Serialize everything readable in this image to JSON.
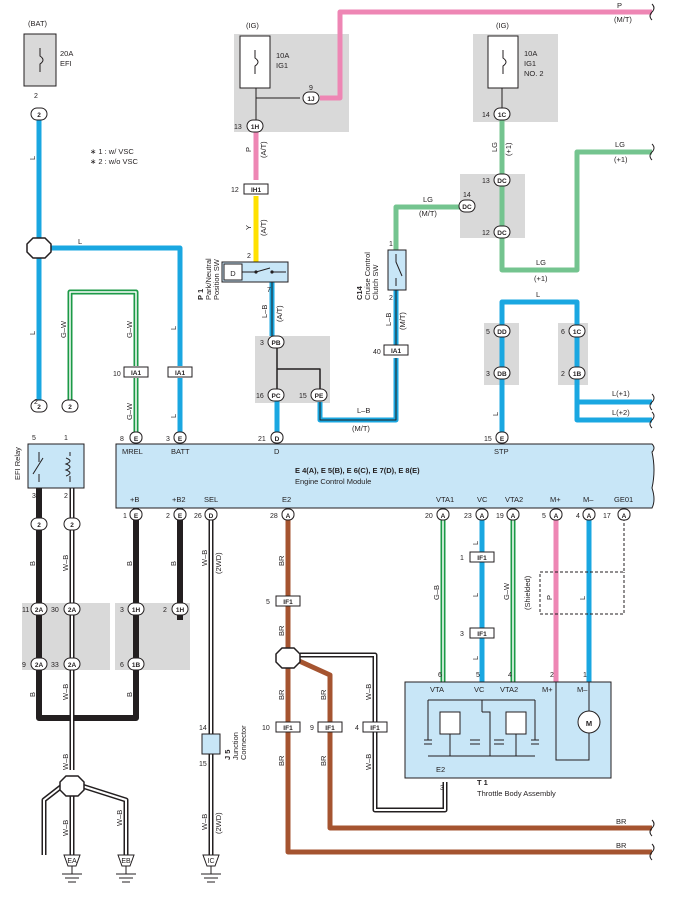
{
  "colors": {
    "blue": "#1aa7e1",
    "pink": "#ee86b4",
    "green": "#74c48f",
    "darkgreen": "#1c9a47",
    "brown": "#a55430",
    "yellow": "#ffe100",
    "black": "#231f20",
    "grayBox": "#d9d9d9",
    "ecm": "#c8e6f7"
  },
  "fuses": {
    "bat": {
      "source": "(BAT)",
      "rating": "20A",
      "name": "EFI",
      "pin": "2"
    },
    "ig1": {
      "source": "(IG)",
      "rating": "10A",
      "name": "IG1"
    },
    "ig2": {
      "source": "(IG)",
      "rating": "10A",
      "name": "IG1",
      "name2": "NO. 2"
    }
  },
  "legend": {
    "line1": "∗ 1 : w/ VSC",
    "line2": "∗ 2 : w/o VSC"
  },
  "ecm": {
    "title": "E 4(A), E 5(B), E 6(C), E 7(D), E 8(E)",
    "subtitle": "Engine Control Module",
    "top_pins": [
      {
        "name": "MREL",
        "num": "8",
        "conn": "E"
      },
      {
        "name": "BATT",
        "num": "3",
        "conn": "E"
      },
      {
        "name": "D",
        "num": "21",
        "conn": "D"
      },
      {
        "name": "STP",
        "num": "15",
        "conn": "E"
      }
    ],
    "bottom_pins": [
      {
        "name": "+B",
        "num": "1",
        "conn": "E"
      },
      {
        "name": "+B2",
        "num": "2",
        "conn": "E"
      },
      {
        "name": "SEL",
        "num": "26",
        "conn": "D"
      },
      {
        "name": "E2",
        "num": "28",
        "conn": "A"
      },
      {
        "name": "VTA1",
        "num": "20",
        "conn": "A"
      },
      {
        "name": "VC",
        "num": "23",
        "conn": "A"
      },
      {
        "name": "VTA2",
        "num": "19",
        "conn": "A"
      },
      {
        "name": "M+",
        "num": "5",
        "conn": "A"
      },
      {
        "name": "M–",
        "num": "4",
        "conn": "A"
      },
      {
        "name": "GE01",
        "num": "17",
        "conn": "A"
      }
    ]
  },
  "relay": {
    "label": "EFI Relay",
    "pins": [
      "5",
      "1",
      "3",
      "2"
    ]
  },
  "park_sw": {
    "id": "P 1",
    "name": "Park/Neutral",
    "name2": "Position SW",
    "pins": [
      "2",
      "7"
    ],
    "contact": "D"
  },
  "cruise_sw": {
    "id": "C14",
    "name": "Cruise Control",
    "name2": "Clutch SW",
    "pins": [
      "1",
      "2"
    ]
  },
  "throttle": {
    "id": "T 1",
    "name": "Throttle Body Assembly",
    "pins": [
      {
        "name": "VTA",
        "num": "6"
      },
      {
        "name": "VC",
        "num": "5"
      },
      {
        "name": "VTA2",
        "num": "4"
      },
      {
        "name": "M+",
        "num": "2"
      },
      {
        "name": "M–",
        "num": "1"
      }
    ],
    "e2": "E2",
    "e2_pin": "3",
    "motor": "M"
  },
  "junction": {
    "id": "J 5",
    "name": "Junction",
    "name2": "Connector",
    "pins": [
      "14",
      "15"
    ]
  },
  "grounds": [
    "EA",
    "EB",
    "IC"
  ],
  "connectors": {
    "c2": "2",
    "c1H": "1H",
    "c1J": "1J",
    "c1C": "1C",
    "cDC": "DC",
    "cIH1": "IH1",
    "cPB": "PB",
    "cPC": "PC",
    "cPE": "PE",
    "cIA1": "IA1",
    "cDD": "DD",
    "cDB": "DB",
    "c1B": "1B",
    "c2A": "2A",
    "cIF1": "IF1"
  },
  "pin_numbers": {
    "p9": "9",
    "p13": "13",
    "p12": "12",
    "p14": "14",
    "p2": "2",
    "p7": "7",
    "p3": "3",
    "p16": "16",
    "p15": "15",
    "p1": "1",
    "p10": "10",
    "p40": "40",
    "p5": "5",
    "p6": "6",
    "p11": "11",
    "p30": "30",
    "p33": "33",
    "p4": "4"
  },
  "wire_labels": {
    "P": "P",
    "MT": "(M/T)",
    "AT": "(A/T)",
    "L": "L",
    "LG": "LG",
    "plus1": "(+1)",
    "Y": "Y",
    "GW": "G–W",
    "LB": "L–B",
    "B": "B",
    "WB": "W–B",
    "BR": "BR",
    "GB": "G–B",
    "twoWD": "(2WD)",
    "shielded": "(Shielded)",
    "Lplus1": "L(+1)",
    "Lplus2": "L(+2)",
    "LGplus1": "LG",
    "LG2": "(+1)"
  }
}
